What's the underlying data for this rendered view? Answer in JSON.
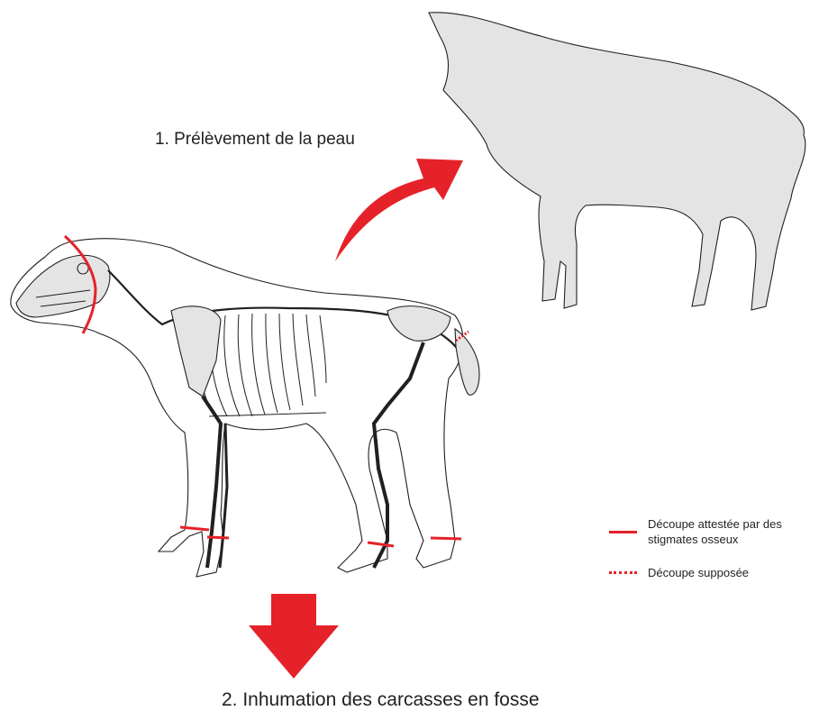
{
  "steps": {
    "skin_removal": "1. Prélèvement de la peau",
    "burial": "2. Inhumation des carcasses en fosse"
  },
  "legend": {
    "attested": "Découpe attestée par des\nstigmates osseux",
    "supposed": "Découpe supposée"
  },
  "colors": {
    "cut_line": "#e52229",
    "arrow": "#e52229",
    "hide_fill": "#e4e4e4",
    "outline": "#231f20"
  },
  "icons": [
    "curved-arrow-icon",
    "down-arrow-icon",
    "sheep-skeleton-icon",
    "sheep-hide-icon"
  ]
}
